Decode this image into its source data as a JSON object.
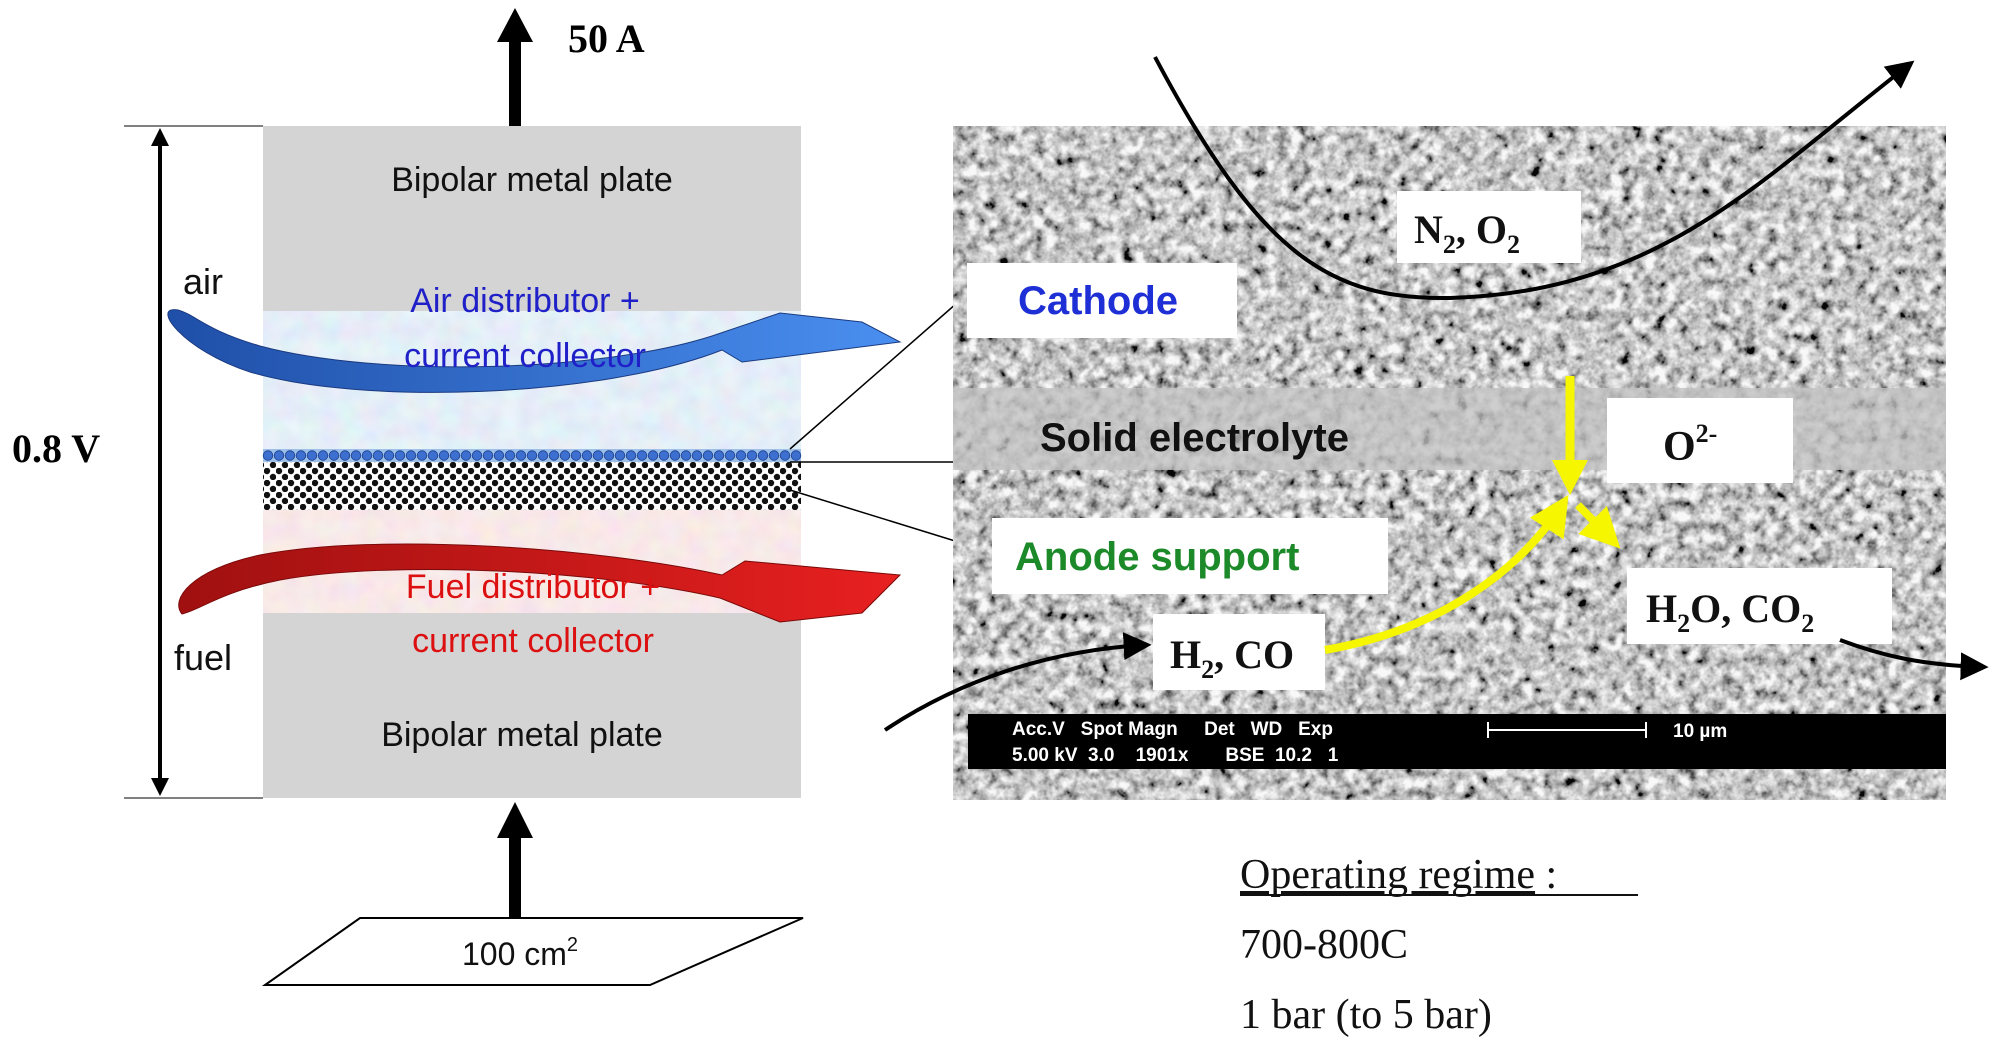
{
  "current": "50 A",
  "voltage": "0.8 V",
  "area": {
    "value": "100 cm",
    "sup": "2"
  },
  "stack": {
    "top_plate": "Bipolar metal plate",
    "bottom_plate": "Bipolar metal plate",
    "air_distributor": [
      "Air distributor +",
      "current collector"
    ],
    "fuel_distributor": [
      "Fuel distributor +",
      "current collector"
    ]
  },
  "flows": {
    "air": "air",
    "fuel": "fuel"
  },
  "micrograph": {
    "cathode": "Cathode",
    "electrolyte": "Solid electrolyte",
    "anode": "Anode support",
    "ion": {
      "base": "O",
      "sup": "2-"
    },
    "air_species": {
      "a": "N",
      "a_sub": "2",
      "sep": ", ",
      "b": "O",
      "b_sub": "2"
    },
    "fuel_species": {
      "a": "H",
      "a_sub": "2",
      "rest": ", CO"
    },
    "products": {
      "a": "H",
      "a_sub": "2",
      "mid": "O, CO",
      "b_sub": "2"
    },
    "sem_bar": {
      "headers": "Acc.V   Spot Magn     Det   WD   Exp",
      "values": "5.00 kV  3.0    1901x       BSE  10.2   1",
      "scale_label": "10 µm"
    }
  },
  "operating": {
    "heading": "Operating regime",
    "colon": " :",
    "temperature": "700-800C",
    "pressure": "1 bar (to 5 bar)"
  },
  "colors": {
    "plate": "#d4d4d4",
    "air_layer": "#b9cbe9",
    "fuel_layer": "#f3c3c3",
    "air_text": "#2020c8",
    "fuel_text": "#dc1010",
    "cathode_text": "#1f2fd6",
    "anode_text": "#1d8a2a",
    "yellow": "#f6f600",
    "sem_dark": "#3a3a3a",
    "sem_light": "#cfcfcf"
  }
}
